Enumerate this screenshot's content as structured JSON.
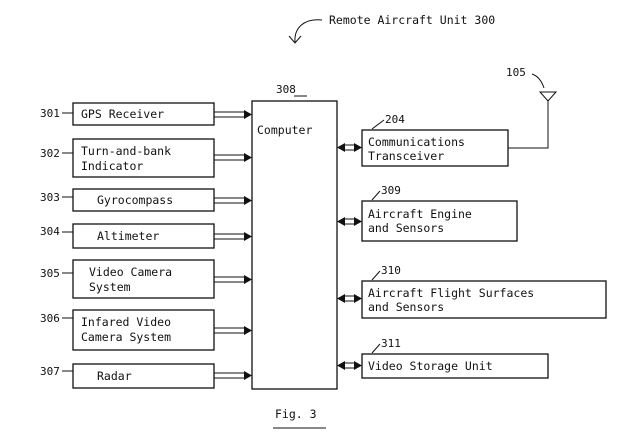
{
  "title": "Remote Aircraft Unit 300",
  "caption": "Fig. 3",
  "computer": {
    "ref": "308",
    "label": "Computer"
  },
  "inputs": [
    {
      "ref": "301",
      "lines": [
        "GPS Receiver"
      ]
    },
    {
      "ref": "302",
      "lines": [
        "Turn-and-bank",
        "Indicator"
      ]
    },
    {
      "ref": "303",
      "lines": [
        "Gyrocompass"
      ]
    },
    {
      "ref": "304",
      "lines": [
        "Altimeter"
      ]
    },
    {
      "ref": "305",
      "lines": [
        "Video Camera",
        "System"
      ]
    },
    {
      "ref": "306",
      "lines": [
        "Infared Video",
        "Camera System"
      ]
    },
    {
      "ref": "307",
      "lines": [
        "Radar"
      ]
    }
  ],
  "outputs": [
    {
      "ref": "204",
      "lines": [
        "Communications",
        "Transceiver"
      ]
    },
    {
      "ref": "309",
      "lines": [
        "Aircraft Engine",
        "and Sensors"
      ]
    },
    {
      "ref": "310",
      "lines": [
        "Aircraft Flight Surfaces",
        "and Sensors"
      ]
    },
    {
      "ref": "311",
      "lines": [
        "Video Storage Unit"
      ]
    }
  ],
  "antenna": {
    "ref": "105"
  }
}
